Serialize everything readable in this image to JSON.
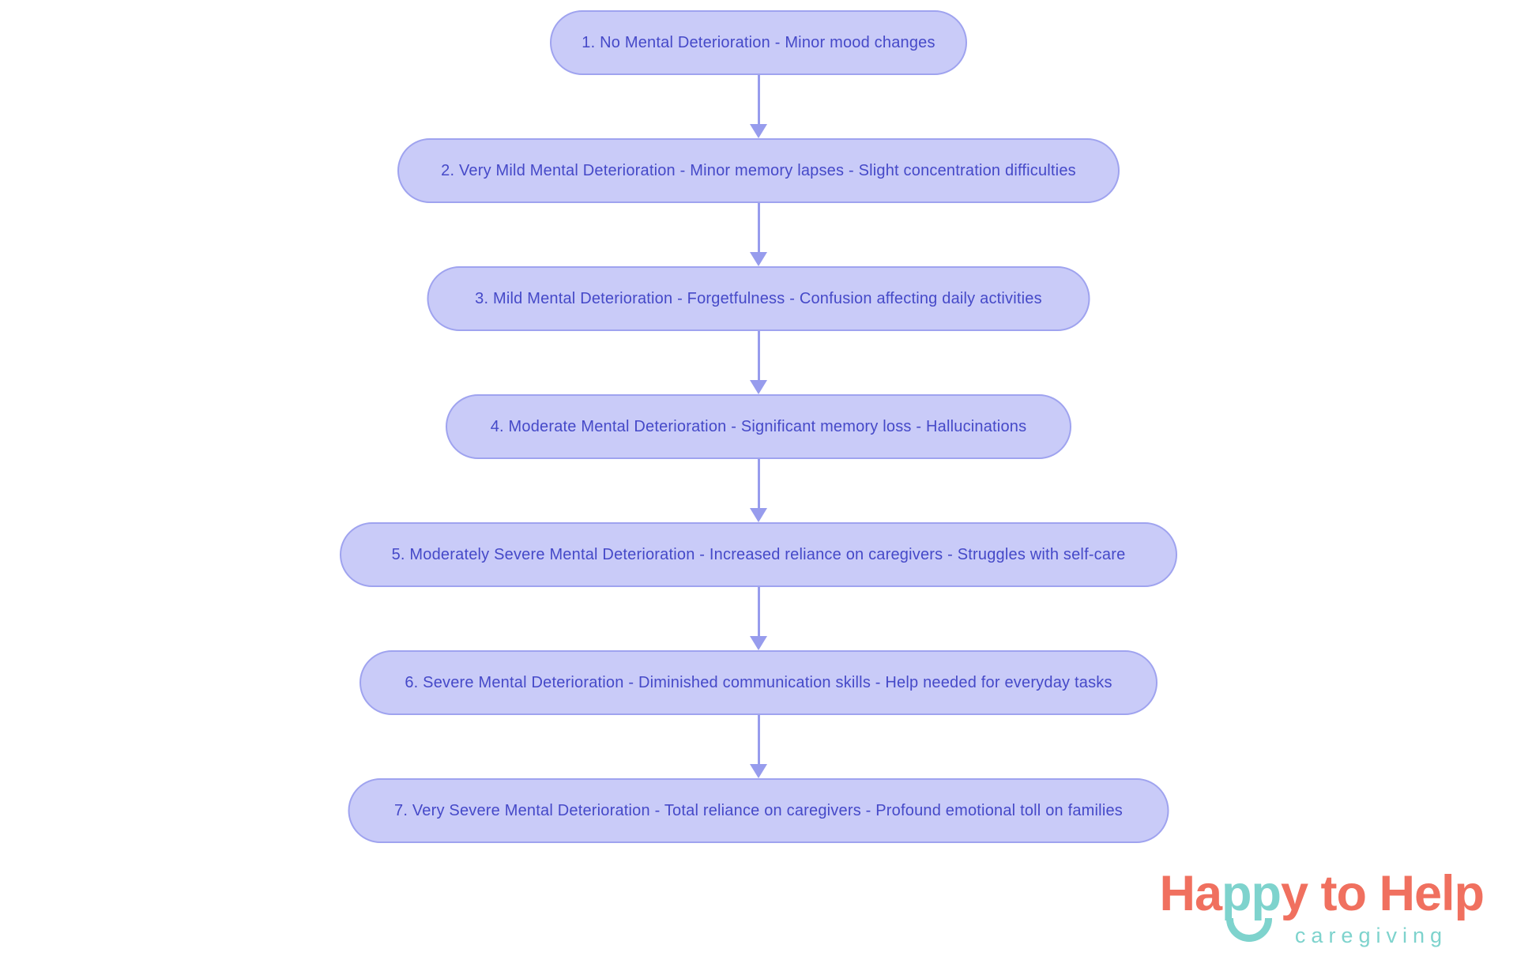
{
  "page": {
    "background": "#ffffff"
  },
  "flowchart": {
    "type": "vertical-flow",
    "node_fill": "#c9cbf8",
    "node_border": "#9fa3ef",
    "node_text_color": "#4549c8",
    "arrow_color": "#979ced",
    "nodes": [
      {
        "label": "1. No Mental Deterioration - Minor mood changes"
      },
      {
        "label": "2. Very Mild Mental Deterioration - Minor memory lapses - Slight concentration difficulties"
      },
      {
        "label": "3. Mild Mental Deterioration - Forgetfulness - Confusion affecting daily activities"
      },
      {
        "label": "4. Moderate Mental Deterioration - Significant memory loss - Hallucinations"
      },
      {
        "label": "5. Moderately Severe Mental Deterioration - Increased reliance on caregivers - Struggles with self-care"
      },
      {
        "label": "6. Severe Mental Deterioration - Diminished communication skills - Help needed for everyday tasks"
      },
      {
        "label": "7. Very Severe Mental Deterioration - Total reliance on caregivers - Profound emotional toll on families"
      }
    ]
  },
  "logo": {
    "coral": "#f0705f",
    "teal": "#7ed3cd",
    "wordmark": [
      {
        "text": "Ha"
      },
      {
        "text": "pp"
      },
      {
        "text": "y to Help"
      }
    ],
    "subtitle": "caregiving"
  }
}
